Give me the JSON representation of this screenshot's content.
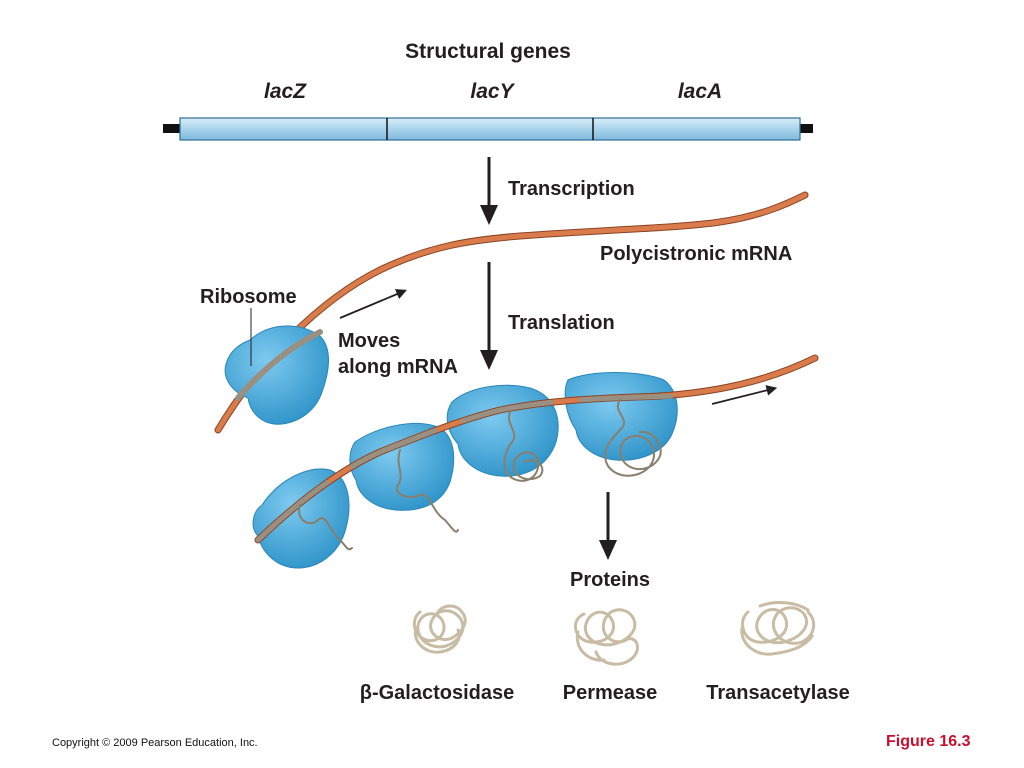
{
  "title": "Structural genes",
  "genes": [
    "lacZ",
    "lacY",
    "lacA"
  ],
  "labels": {
    "transcription": "Transcription",
    "mrna": "Polycistronic mRNA",
    "ribosome": "Ribosome",
    "moves_line1": "Moves",
    "moves_line2": "along mRNA",
    "translation": "Translation",
    "proteins": "Proteins"
  },
  "proteins": [
    "β-Galactosidase",
    "Permease",
    "Transacetylase"
  ],
  "footer": {
    "copyright": "Copyright © 2009 Pearson Education, Inc.",
    "figure": "Figure 16.3"
  },
  "colors": {
    "dna_fill": "#a9d3ec",
    "mrna": "#d97b4a",
    "ribosome": "#4aaedc",
    "protein": "#c9bca4",
    "arrow": "#231f20",
    "figure_label": "#c8102e"
  }
}
